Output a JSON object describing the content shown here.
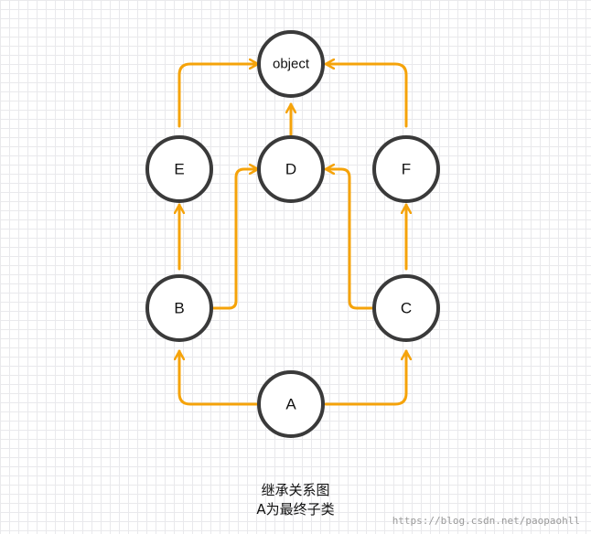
{
  "colors": {
    "edge": "#f5a30a",
    "node_stroke": "#3a3a3a",
    "node_fill": "#ffffff"
  },
  "nodes": [
    {
      "id": "object",
      "label": "object"
    },
    {
      "id": "E",
      "label": "E"
    },
    {
      "id": "D",
      "label": "D"
    },
    {
      "id": "F",
      "label": "F"
    },
    {
      "id": "B",
      "label": "B"
    },
    {
      "id": "C",
      "label": "C"
    },
    {
      "id": "A",
      "label": "A"
    }
  ],
  "edges": [
    {
      "from": "E",
      "to": "object"
    },
    {
      "from": "D",
      "to": "object"
    },
    {
      "from": "F",
      "to": "object"
    },
    {
      "from": "B",
      "to": "E"
    },
    {
      "from": "B",
      "to": "D"
    },
    {
      "from": "C",
      "to": "D"
    },
    {
      "from": "C",
      "to": "F"
    },
    {
      "from": "A",
      "to": "B"
    },
    {
      "from": "A",
      "to": "C"
    }
  ],
  "caption": {
    "line1": "继承关系图",
    "line2": "A为最终子类"
  },
  "watermark": "https://blog.csdn.net/paopaohll"
}
